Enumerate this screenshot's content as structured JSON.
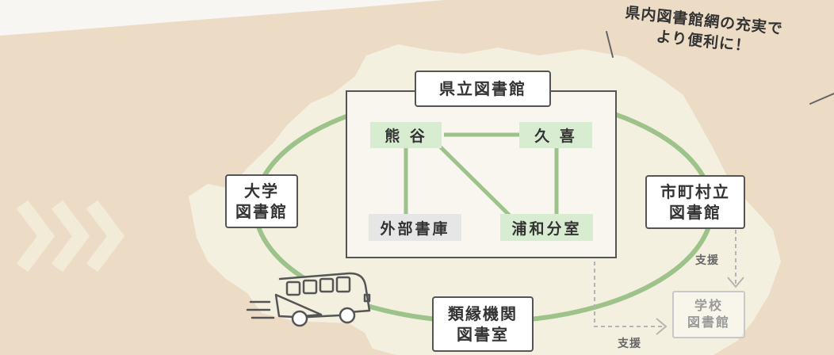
{
  "callout": {
    "line1": "県内図書館網の充実で",
    "line2": "より便利に！"
  },
  "central": {
    "title": "県立図書館"
  },
  "branches": {
    "kumagaya": "熊 谷",
    "kuki": "久 喜",
    "gaibu": "外部書庫",
    "urawa": "浦和分室"
  },
  "university": {
    "line1": "大学",
    "line2": "図書館"
  },
  "municipal": {
    "line1": "市町村立",
    "line2": "図書館"
  },
  "similar": {
    "line1": "類縁機関",
    "line2": "図書室"
  },
  "school": {
    "line1": "学校",
    "line2": "図書館"
  },
  "support": {
    "label1": "支援",
    "label2": "支援"
  },
  "colors": {
    "background": "#ecdcc6",
    "map": "#f4f0e0",
    "network_green": "#9dc38b",
    "branch_green": "#d8ecd2"
  }
}
